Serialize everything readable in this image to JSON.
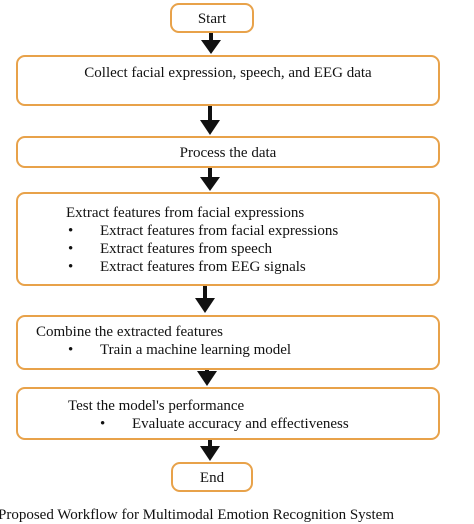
{
  "flowchart": {
    "start": "Start",
    "end": "End",
    "steps": [
      {
        "title": "Collect facial expression, speech, and EEG data"
      },
      {
        "title": "Process the data"
      },
      {
        "title": "Extract features from facial expressions",
        "bullets": [
          "Extract features from facial expressions",
          "Extract features from speech",
          "Extract features from EEG signals"
        ]
      },
      {
        "title": "Combine the extracted features",
        "bullets": [
          "Train a machine learning model"
        ]
      },
      {
        "title": "Test the model's performance",
        "bullets": [
          "Evaluate accuracy and effectiveness"
        ]
      }
    ],
    "bullet_glyph": "•"
  },
  "caption": "Proposed Workflow for Multimodal Emotion Recognition System",
  "colors": {
    "box_border": "#e8a24a",
    "arrow": "#111111"
  }
}
